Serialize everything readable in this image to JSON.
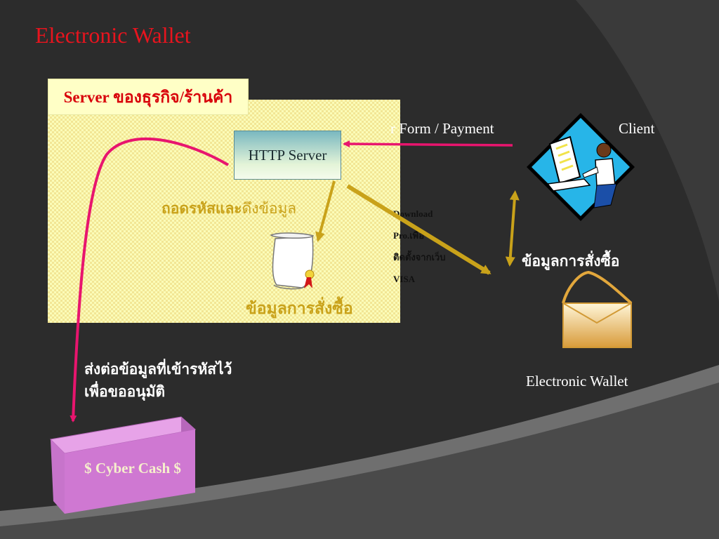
{
  "title": "Electronic Wallet",
  "server_label": "Server ของธุรกิจ/ร้านค้า",
  "http_server": "HTTP Server",
  "decode_bold": "ถอดรหัสและ",
  "decode_light": "ดึงข้อมูล",
  "order_info": "ข้อมูลการสั่งซื้อ",
  "download_lines": [
    "Download",
    "Pro.เพื่อ",
    "ติดตั้งจากเว็บ",
    "VISA"
  ],
  "form_payment": "r Form / Payment",
  "client": "Client",
  "order_info_client": "ข้อมูลการสั่งซื้อ",
  "electronic_wallet": "Electronic Wallet",
  "forward_lines": [
    "ส่งต่อข้อมูลที่เข้ารหัสไว้",
    "เพื่อขออนุมัติ"
  ],
  "cyber_cash": "$ Cyber Cash $",
  "colors": {
    "title": "#e8141e",
    "server_label_text": "#d8000a",
    "magenta_arrow": "#e8156e",
    "gold_arrow": "#c9a21a",
    "cyber_box": "#cf78d2",
    "envelope": "#e2a73c",
    "client_bg": "#27b5e8"
  },
  "icons": [
    "scroll-certificate-icon",
    "client-computer-user-icon",
    "envelope-icon"
  ]
}
